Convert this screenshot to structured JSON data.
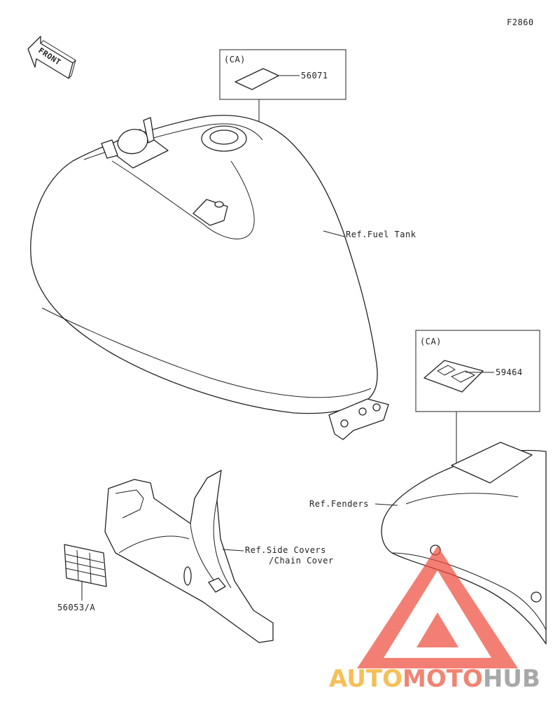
{
  "figure_code": "F2860",
  "front_arrow_label": "FRONT",
  "callouts": {
    "ca_top_tag": "(CA)",
    "ca_top_part": "56071",
    "fuel_tank": "Ref.Fuel Tank",
    "ca_right_tag": "(CA)",
    "ca_right_part": "59464",
    "fenders": "Ref.Fenders",
    "side_covers_line1": "Ref.Side Covers",
    "side_covers_line2": "/Chain Cover",
    "side_label_part": "56053/A"
  },
  "watermark": {
    "part1": "AUTO",
    "part2": "MOTO",
    "part3": "HUB",
    "color_part1": "#f5b53a",
    "color_part2": "#ef6f5a",
    "color_part3": "#9a9a9a",
    "logo_color": "#ee4f3f"
  }
}
